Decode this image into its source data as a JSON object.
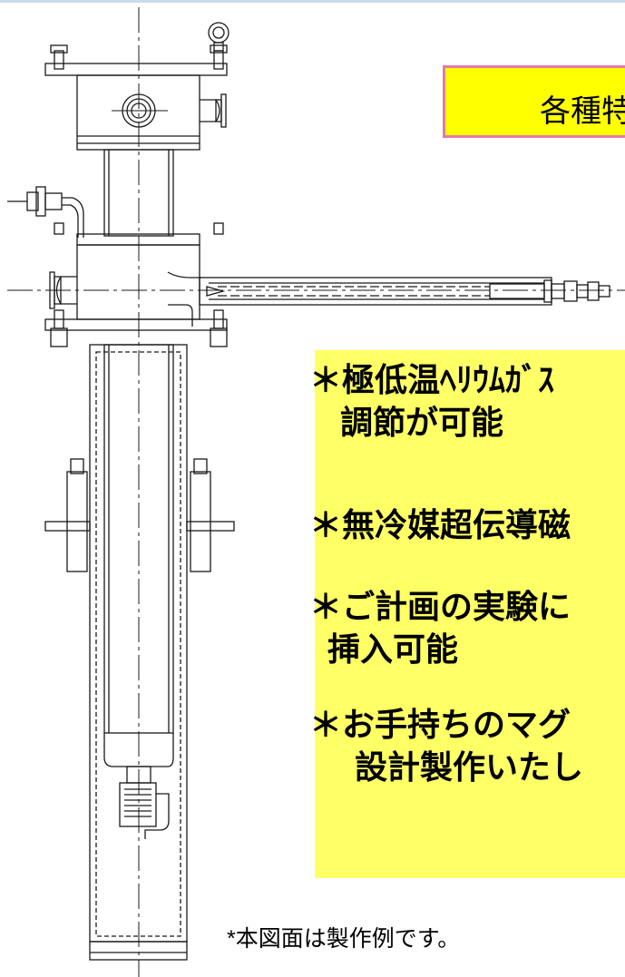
{
  "title": "各種特",
  "features": [
    {
      "line1": "＊極低温ﾍﾘｳﾑｶﾞｽ",
      "line2": "調節が可能"
    },
    {
      "line1": "＊無冷媒超伝導磁",
      "line2": ""
    },
    {
      "line1": "＊ご計画の実験に",
      "line2": "挿入可能"
    },
    {
      "line1": "＊お手持ちのマグ",
      "line2": "設計製作いたし"
    }
  ],
  "note": "*本図面は製作例です。",
  "colors": {
    "title_bg": "#ffff00",
    "title_border": "#e27ca6",
    "features_bg": "#ffff66",
    "line": "#1a1a1a",
    "top_rule": "#c9dcec"
  }
}
